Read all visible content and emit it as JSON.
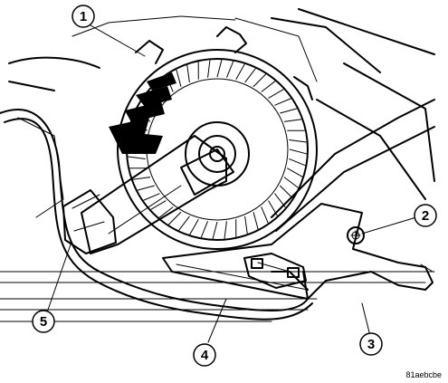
{
  "callouts": [
    {
      "id": "1",
      "label": "1"
    },
    {
      "id": "2",
      "label": "2"
    },
    {
      "id": "3",
      "label": "3"
    },
    {
      "id": "4",
      "label": "4"
    },
    {
      "id": "5",
      "label": "5"
    }
  ],
  "figure_code": "81aebcbe",
  "icons": {
    "rotation": "rotation-arrow-icon"
  }
}
